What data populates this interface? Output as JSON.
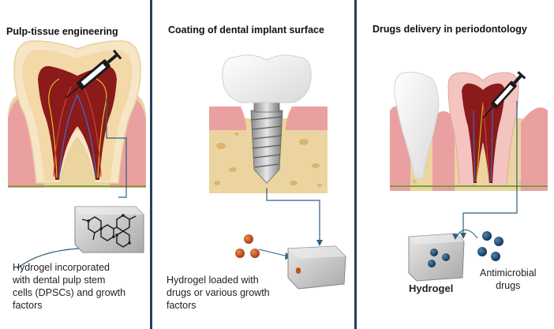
{
  "panels": [
    {
      "title": "Pulp-tissue engineering",
      "caption_lines": [
        "Hydrogel incorporated",
        "with dental pulp stem",
        "cells (DPSCs) and growth",
        "factors"
      ]
    },
    {
      "title": "Coating of dental implant surface",
      "caption_lines": [
        "Hydrogel loaded with",
        "drugs or various growth",
        "factors"
      ]
    },
    {
      "title": "Drugs delivery in periodontology",
      "hydrogel_label": "Hydrogel",
      "drug_label_lines": [
        "Antimicrobial",
        "drugs"
      ]
    }
  ],
  "colors": {
    "divider": "#23405e",
    "gum": "#eaa0a0",
    "bone": "#ecd4a0",
    "pulp": "#8b1a1a",
    "connector": "#2f5f7f",
    "hydrogel_block": "#c8c8c8",
    "growth_factor": "#c0501c",
    "drug": "#1d4a70"
  }
}
